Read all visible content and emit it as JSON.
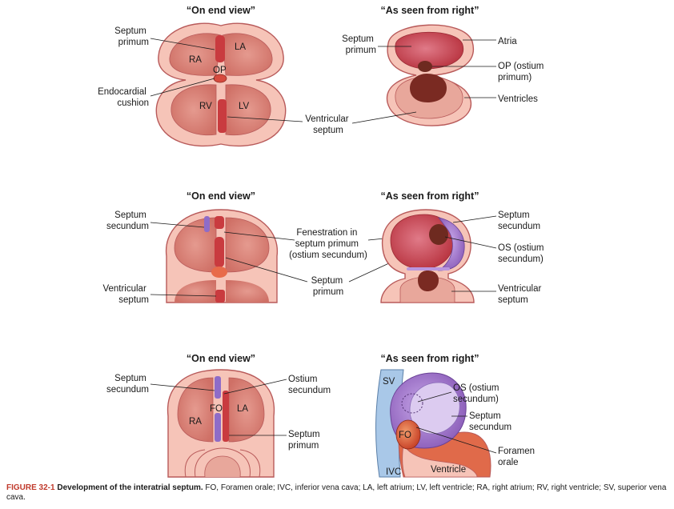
{
  "panels": {
    "row1": {
      "left_title": "“On end view”",
      "right_title": "“As seen from right”",
      "left": {
        "septum_primum": [
          "Septum",
          "primum"
        ],
        "ra": "RA",
        "la": "LA",
        "op": "OP",
        "endocardial_cushion": [
          "Endocardial",
          "cushion"
        ],
        "rv": "RV",
        "lv": "LV",
        "ventricular_septum": [
          "Ventricular",
          "septum"
        ]
      },
      "right": {
        "septum_primum": [
          "Septum",
          "primum"
        ],
        "atria": "Atria",
        "op_ostium_primum": [
          "OP (ostium",
          "primum)"
        ],
        "ventricles": "Ventricles"
      }
    },
    "row2": {
      "left_title": "“On end view”",
      "right_title": "“As seen from right”",
      "left": {
        "septum_secundum": [
          "Septum",
          "secundum"
        ],
        "fenestration": [
          "Fenestration in",
          "septum primum",
          "(ostium secundum)"
        ],
        "septum_primum": [
          "Septum",
          "primum"
        ],
        "ventricular_septum": [
          "Ventricular",
          "septum"
        ]
      },
      "right": {
        "septum_secundum": [
          "Septum",
          "secundum"
        ],
        "os_ostium_secundum": [
          "OS (ostium",
          "secundum)"
        ],
        "ventricular_septum": [
          "Ventricular",
          "septum"
        ]
      }
    },
    "row3": {
      "left_title": "“On end view”",
      "right_title": "“As seen from right”",
      "left": {
        "septum_secundum": [
          "Septum",
          "secundum"
        ],
        "ostium_secundum": [
          "Ostium",
          "secundum"
        ],
        "fo": "FO",
        "la": "LA",
        "ra": "RA",
        "septum_primum": [
          "Septum",
          "primum"
        ]
      },
      "right": {
        "sv": "SV",
        "os_ostium_secundum": [
          "OS (ostium",
          "secundum)"
        ],
        "septum_secundum": [
          "Septum",
          "secundum"
        ],
        "fo": "FO",
        "foramen_ovale": [
          "Foramen",
          "orale"
        ],
        "ventricle": "Ventricle",
        "ivc": "IVC"
      }
    }
  },
  "caption": {
    "figure_id": "FIGURE 32-1",
    "title": "Development of the interatrial septum.",
    "legend": "FO, Foramen orale; IVC, inferior vena cava; LA, left atrium; LV, left ventricle; RA, right atrium; RV, right ventricle; SV, superior vena cava."
  },
  "colors": {
    "outer_pink": "#f6c4b8",
    "outline": "#b85a5a",
    "chamber": "#d98278",
    "septum_red": "#c93b3f",
    "atria_deep": "#c2404e",
    "ostium_dark": "#7a2a22",
    "septum_purple": "#9a6fc2",
    "septum_lavender": "#d7c5ee",
    "vein_blue": "#a9c8e8",
    "fo_orange": "#e06a3c"
  }
}
